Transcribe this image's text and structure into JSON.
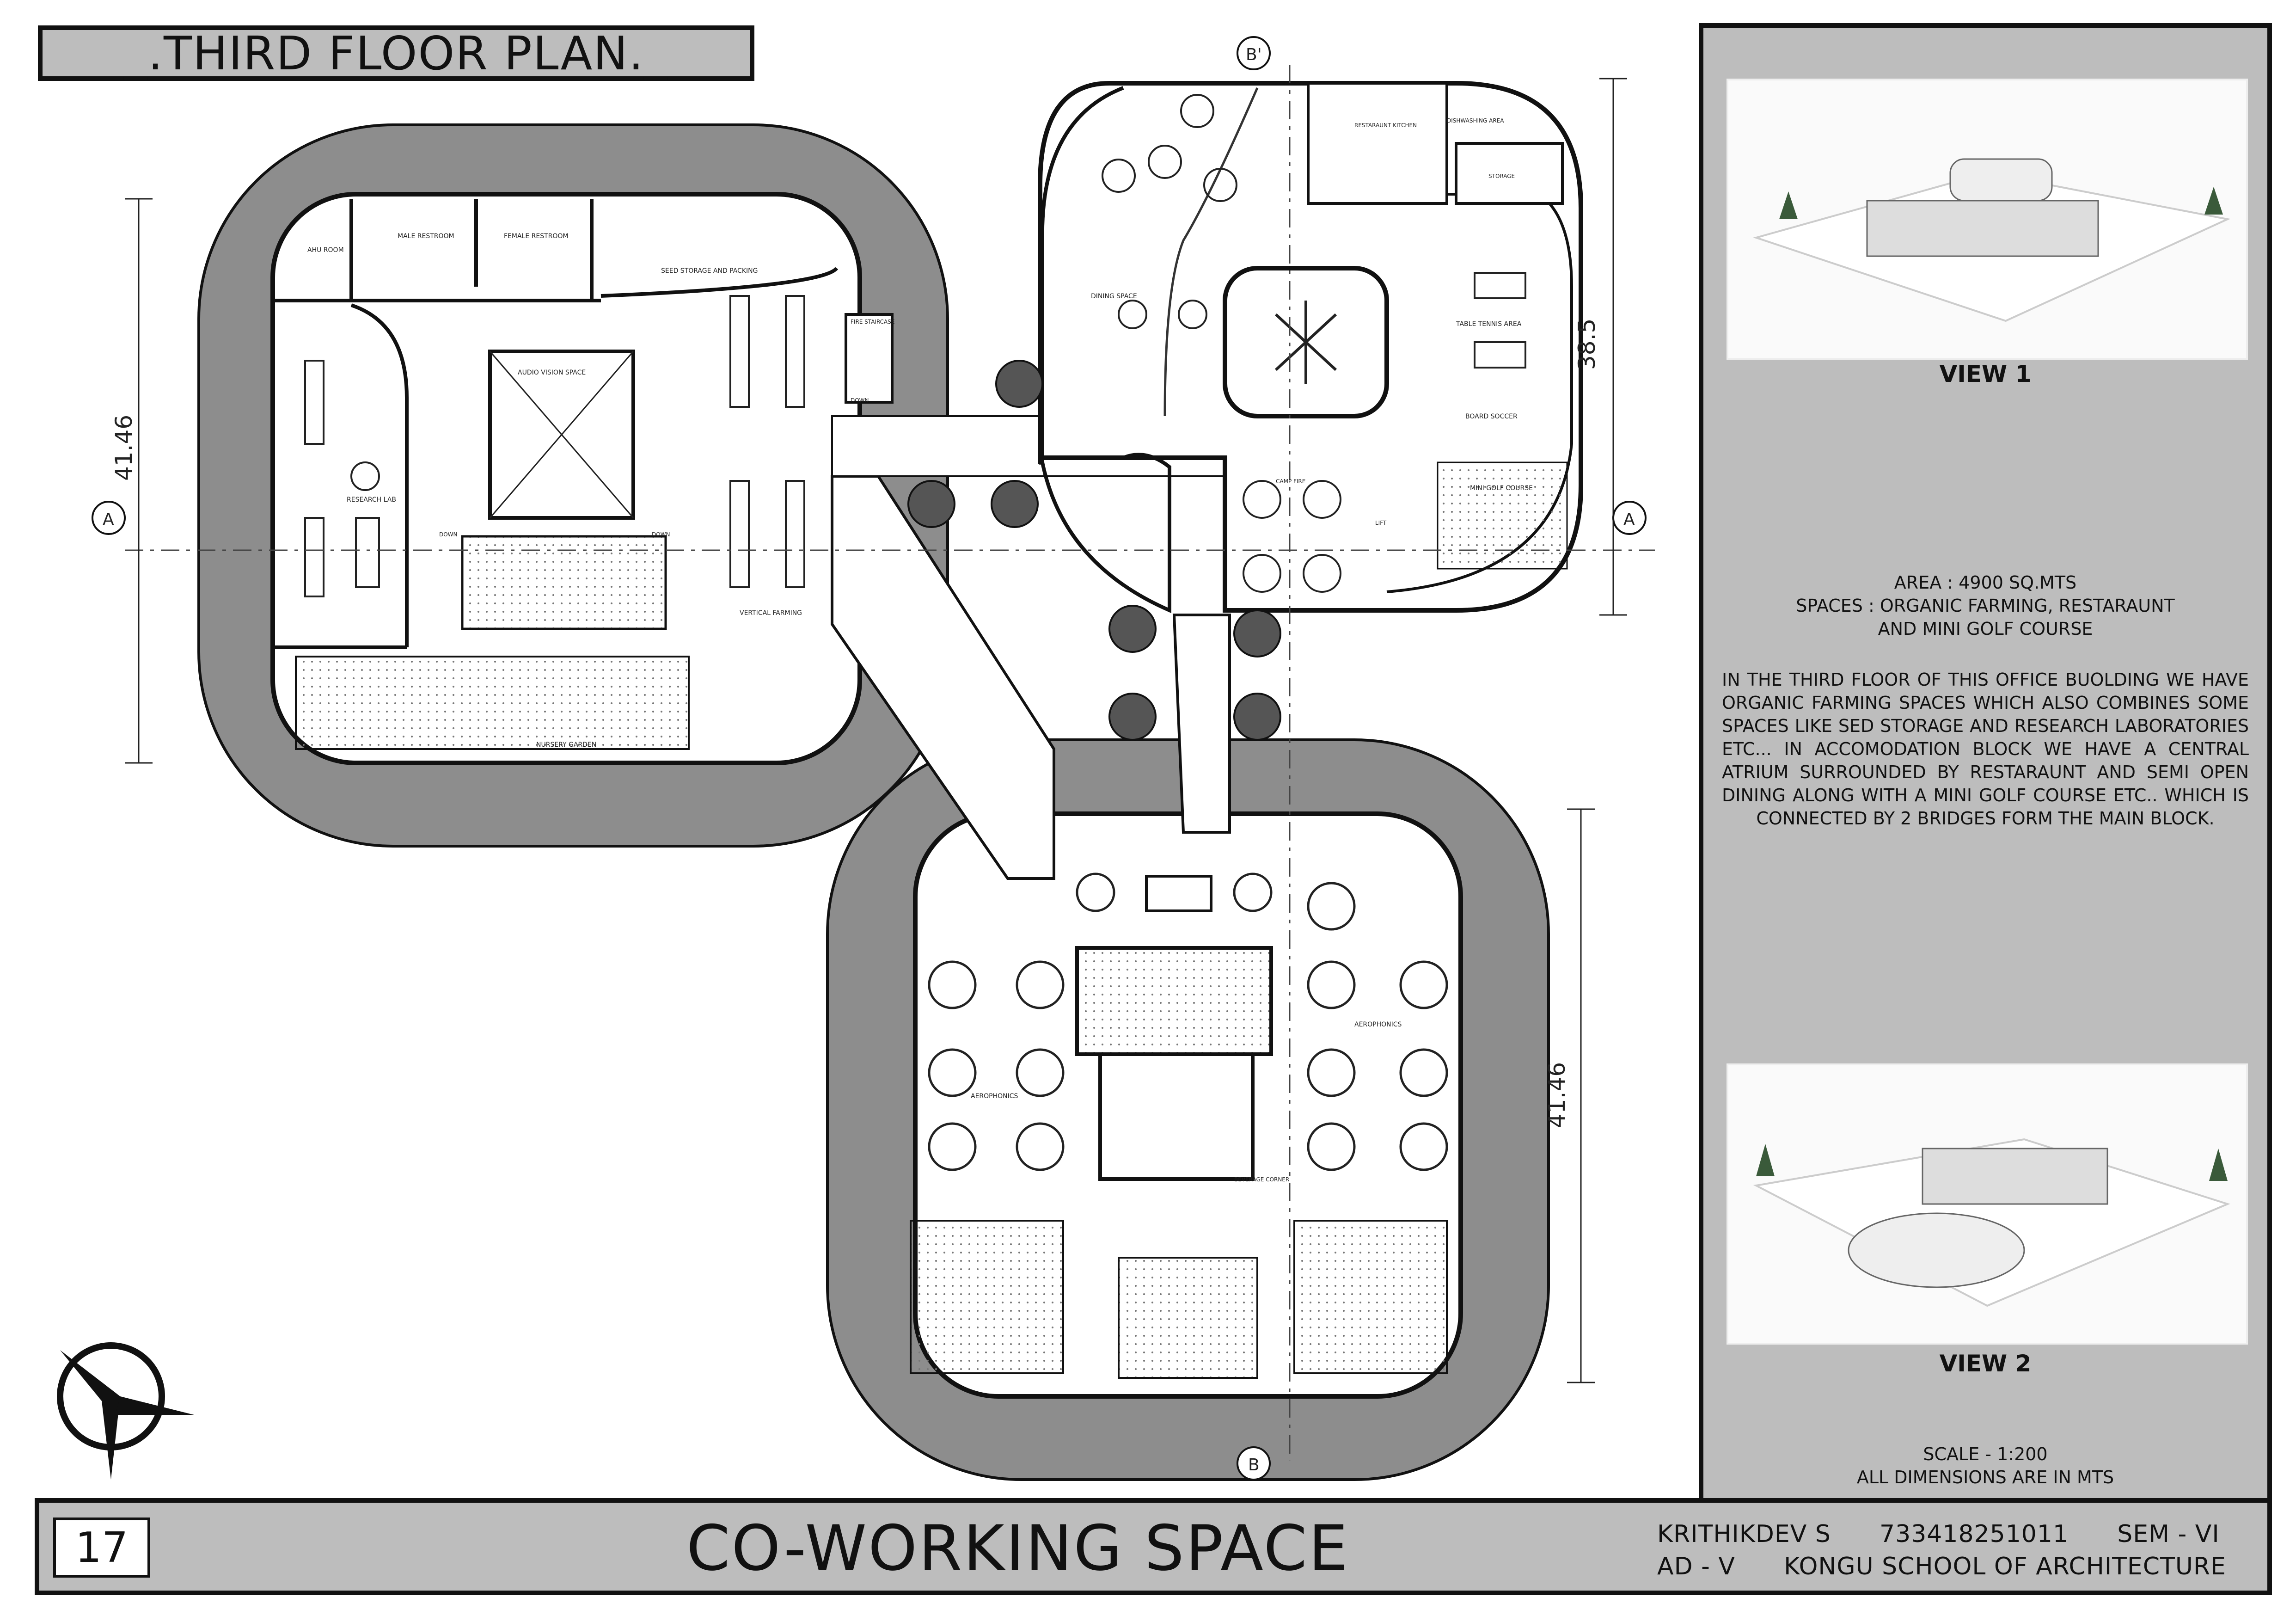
{
  "sheet": {
    "title": "_.THIRD FLOOR PLAN._",
    "page_number": "17",
    "project_title": "CO-WORKING SPACE",
    "author_line": "KRITHIKDEV S      733418251011      SEM - VI",
    "school_line": "AD - V      KONGU SCHOOL OF ARCHITECTURE"
  },
  "side_panel": {
    "view1_label": "VIEW 1",
    "view2_label": "VIEW 2",
    "area_line": "AREA : 4900 SQ.MTS",
    "spaces_line": "SPACES  :  ORGANIC  FARMING,  RESTARAUNT",
    "spaces_line2": "AND MINI GOLF COURSE",
    "description": "IN THE THIRD FLOOR OF THIS OFFICE BUOLDING WE HAVE ORGANIC FARMING SPACES WHICH ALSO COMBINES SOME SPACES LIKE SED STORAGE AND RESEARCH LABORATORIES ETC... IN ACCOMODATION BLOCK WE HAVE A CENTRAL ATRIUM SURROUNDED BY RESTARAUNT AND SEMI OPEN DINING ALONG WITH A MINI GOLF COURSE ETC.. WHICH IS CONNECTED BY 2 BRIDGES FORM THE MAIN BLOCK.",
    "scale": "SCALE - 1:200",
    "dimensions_note": "ALL DIMENSIONS ARE IN MTS"
  },
  "plan": {
    "dimensions": {
      "left": "41.46",
      "right_top": "38.5",
      "right_bottom": "41.46"
    },
    "section_markers": {
      "a": "A",
      "b_top": "B'",
      "b_bottom": "B"
    },
    "rooms": {
      "ahu_room": "AHU ROOM",
      "male_restroom": "MALE RESTROOM",
      "female_restroom": "FEMALE RESTROOM",
      "seed_storage": "SEED STORAGE AND PACKING",
      "audio_vision": "AUDIO VISION SPACE",
      "research_lab": "RESEARCH LAB",
      "vertical_farming": "VERTICAL FARMING",
      "nursery_garden": "NURSERY GARDEN",
      "fire_staircase": "FIRE STAIRCASE",
      "dining_space": "DINING SPACE",
      "restaurant_kitchen": "RESTARAUNT KITCHEN",
      "dishwashing": "DISHWASHING AREA",
      "storage": "STORAGE",
      "table_tennis": "TABLE TENNIS AREA",
      "board_soccer": "BOARD SOCCER",
      "mini_golf": "MINI GOLF COURSE",
      "camp_fire": "CAMP FIRE",
      "lift": "LIFT",
      "aerophonics_left": "AEROPHONICS",
      "aerophonics_right": "AEROPHONICS",
      "beverage_corner": "BEVERAGE CORNER",
      "down": "DOWN"
    }
  }
}
